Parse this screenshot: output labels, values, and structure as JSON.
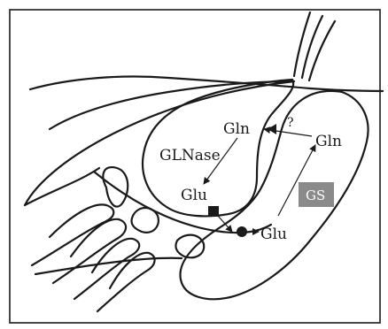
{
  "labels": {
    "gln_left": "Gln",
    "gln_right": "Gln",
    "question": "?",
    "glnase": "GLNase",
    "glu_upper": "Glu",
    "glu_lower": "Glu",
    "gs": "GS"
  },
  "colors": {
    "outline": "#1a1a1a",
    "gs_box": "#8a8a8a",
    "background": "#ffffff"
  }
}
